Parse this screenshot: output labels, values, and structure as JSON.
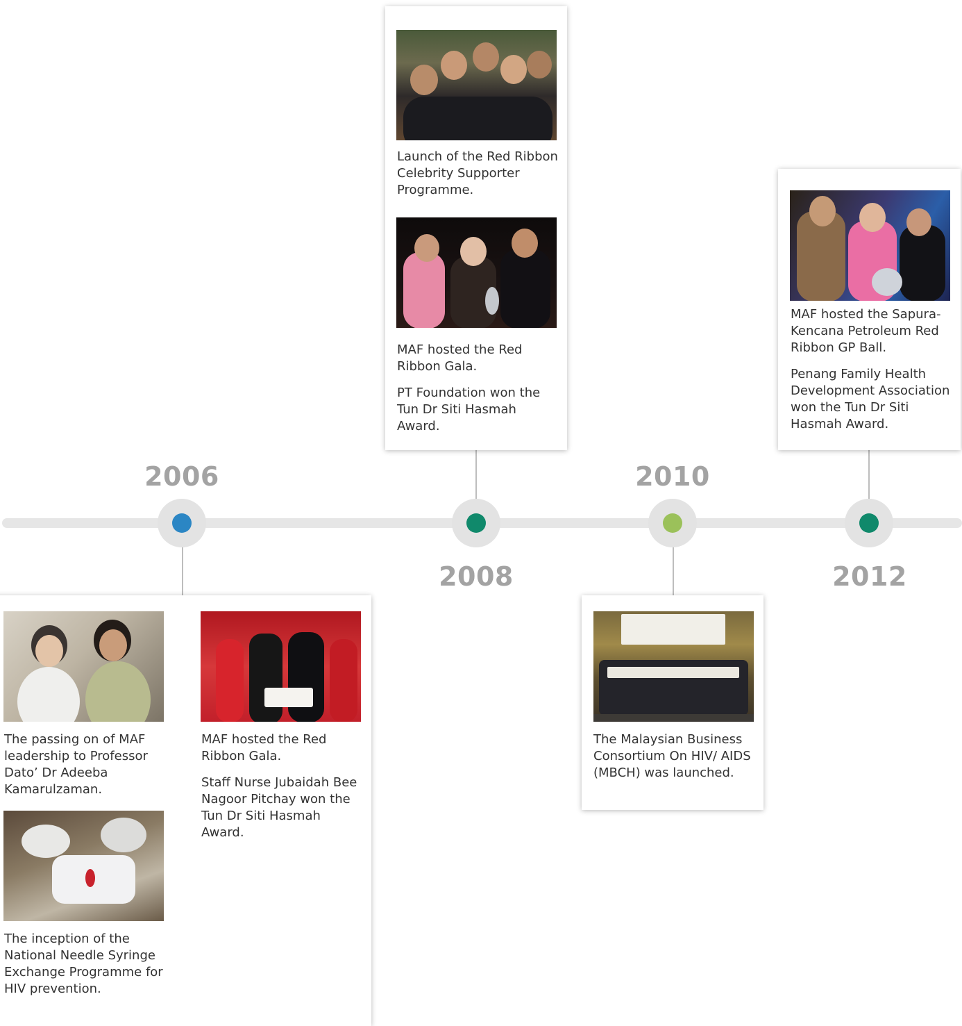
{
  "timeline": {
    "years": {
      "y2006": "2006",
      "y2008": "2008",
      "y2010": "2010",
      "y2012": "2012"
    },
    "colors": {
      "track": "#e6e6e6",
      "node_ring": "#e3e3e3",
      "y2006": "#2b86c4",
      "y2008": "#10896b",
      "y2010": "#9bc15a",
      "y2012": "#10896b",
      "year_text": "#a3a3a3"
    }
  },
  "cards": {
    "y2006": {
      "col1_caption1": "The passing on of MAF leadership to Professor Dato’ Dr Adeeba Kamarulzaman.",
      "col1_caption2": "The inception of the National Needle Syringe Exchange Programme for HIV prevention.",
      "col2_caption1": "MAF hosted the Red Ribbon Gala.",
      "col2_caption2": "Staff Nurse Jubaidah Bee Nagoor Pitchay won the Tun Dr Siti Hasmah Award."
    },
    "y2008": {
      "caption1": "Launch of the Red Ribbon Celebrity Supporter Programme.",
      "caption2": "MAF hosted the Red Ribbon Gala.",
      "caption3": "PT Foundation won the Tun Dr Siti Hasmah Award."
    },
    "y2010": {
      "caption1": "The Malaysian Business Consortium On HIV/ AIDS (MBCH) was launched."
    },
    "y2012": {
      "caption1": "MAF hosted the Sapura-Kencana Petroleum Red Ribbon GP Ball.",
      "caption2": "Penang Family Health Development Association won the Tun Dr Siti Hasmah Award."
    }
  }
}
